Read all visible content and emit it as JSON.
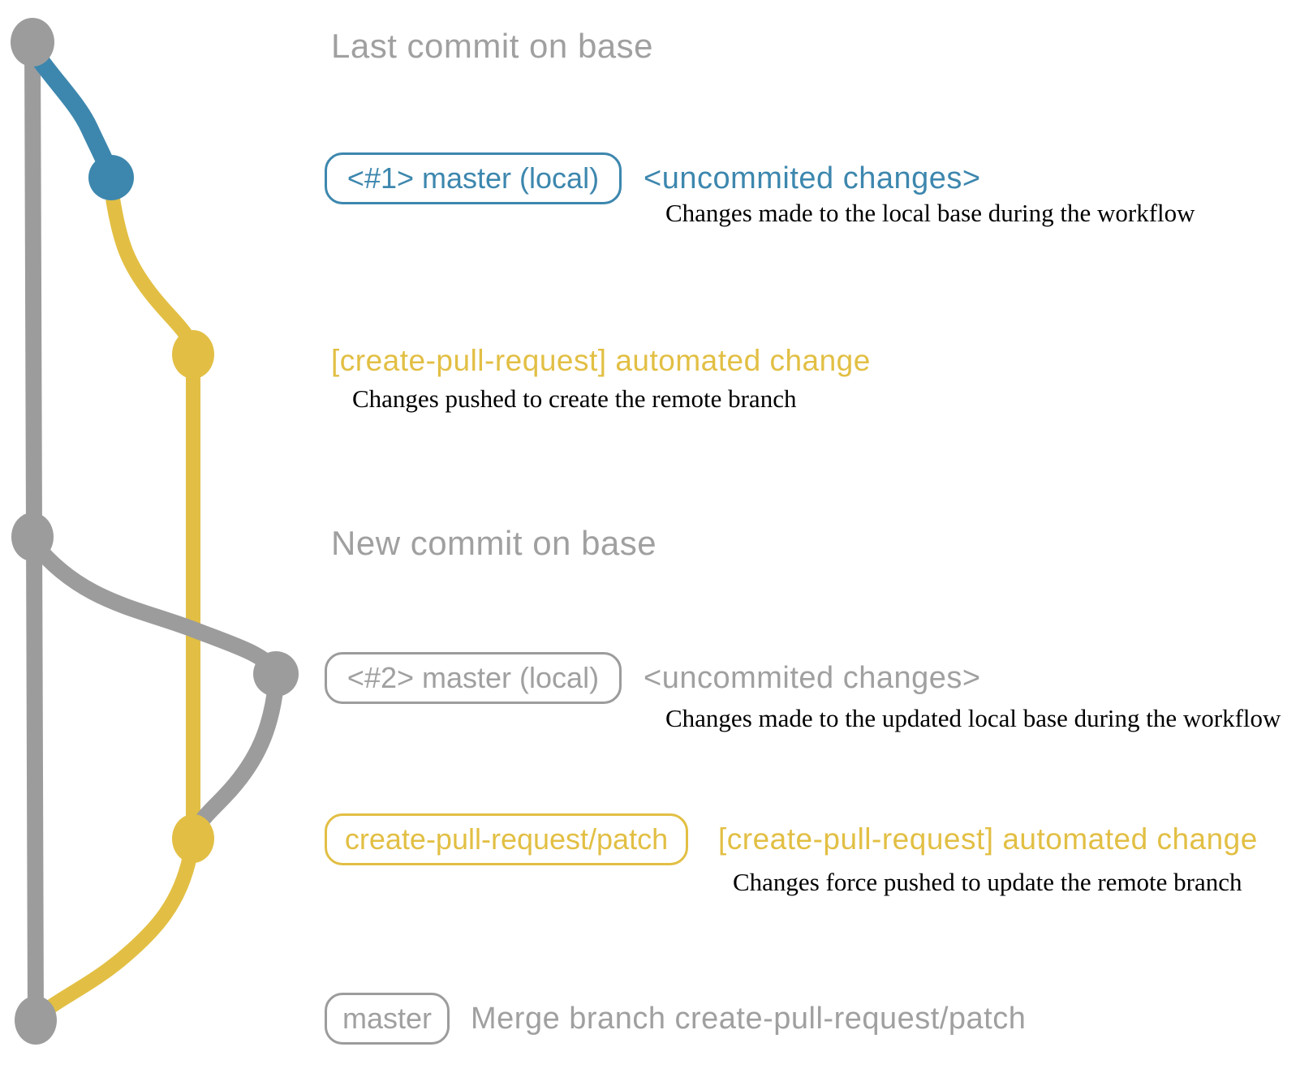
{
  "colors": {
    "blue": "#3d87ae",
    "yellow": "#e2bf44",
    "gray": "#9c9c9c",
    "gray_text": "#a0a0a0",
    "ink": "#000000"
  },
  "graph": {
    "branches": [
      {
        "name": "base-branch",
        "color": "#9c9c9c"
      },
      {
        "name": "local-master-branch",
        "color": "#3d87ae"
      },
      {
        "name": "create-pull-request-patch-branch",
        "color": "#e2bf44"
      }
    ],
    "nodes": [
      {
        "name": "last-commit-on-base"
      },
      {
        "name": "local-master-commit-1"
      },
      {
        "name": "patch-branch-commit-1"
      },
      {
        "name": "new-commit-on-base"
      },
      {
        "name": "local-master-commit-2"
      },
      {
        "name": "patch-branch-commit-2"
      },
      {
        "name": "merge-commit"
      }
    ]
  },
  "rows": [
    {
      "heading": "Last commit on base"
    },
    {
      "badge": "<#1> master (local)",
      "label": "<uncommited changes>",
      "description": "Changes made to the local base during the workflow"
    },
    {
      "label": "[create-pull-request] automated change",
      "description": "Changes pushed to create the remote branch"
    },
    {
      "heading": "New commit on base"
    },
    {
      "badge": "<#2> master (local)",
      "label": "<uncommited changes>",
      "description": "Changes made to the updated local base during the workflow"
    },
    {
      "badge": "create-pull-request/patch",
      "label": "[create-pull-request] automated change",
      "description": "Changes force pushed to update the remote branch"
    },
    {
      "badge": "master",
      "label": "Merge branch create-pull-request/patch"
    }
  ]
}
